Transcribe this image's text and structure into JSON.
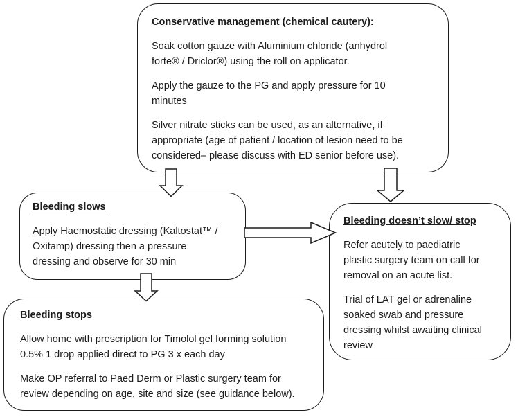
{
  "flowchart": {
    "conservative_box": {
      "title": "Conservative management (chemical cautery):",
      "paragraphs": [
        [
          "Soak cotton gauze with Aluminium chloride (anhydrol",
          "forte® / Driclor®) using the roll on applicator."
        ],
        [
          "Apply the gauze to the PG and apply pressure for 10",
          "minutes"
        ],
        [
          "Silver nitrate sticks can be used, as an alternative, if",
          "appropriate (age of patient / location of lesion need to be",
          "considered– please discuss with ED senior before use)."
        ]
      ]
    },
    "bleeding_slows_box": {
      "title": "Bleeding slows",
      "paragraphs": [
        [
          "Apply Haemostatic dressing (Kaltostat™ /",
          "Oxitamp) dressing then a pressure",
          "dressing and observe for 30 min"
        ]
      ]
    },
    "bleeding_doesnt_slow_box": {
      "title": "Bleeding doesn’t slow/ stop",
      "paragraphs": [
        [
          "Refer acutely to paediatric",
          "plastic surgery team on call for",
          "removal on an acute list."
        ],
        [
          "Trial of LAT gel or adrenaline",
          "soaked swab and pressure",
          "dressing whilst awaiting clinical",
          "review"
        ]
      ]
    },
    "bleeding_stops_box": {
      "title": "Bleeding stops",
      "paragraphs": [
        [
          "Allow home with prescription for Timolol gel forming solution",
          "0.5% 1 drop applied direct to PG 3 x each day"
        ],
        [
          "Make OP referral to Paed Derm or Plastic surgery team for",
          "review depending on age, site and size (see guidance below)."
        ]
      ]
    },
    "connectors": [
      {
        "from": "conservative_box",
        "to": "bleeding_slows_box",
        "direction": "down"
      },
      {
        "from": "conservative_box",
        "to": "bleeding_doesnt_slow_box",
        "direction": "down"
      },
      {
        "from": "bleeding_slows_box",
        "to": "bleeding_doesnt_slow_box",
        "direction": "right"
      },
      {
        "from": "bleeding_slows_box",
        "to": "bleeding_stops_box",
        "direction": "down"
      }
    ],
    "colors": {
      "line": "#1c1c1c",
      "text": "#1c1c1c",
      "background": "#ffffff",
      "arrow_fill": "#ffffff"
    }
  }
}
